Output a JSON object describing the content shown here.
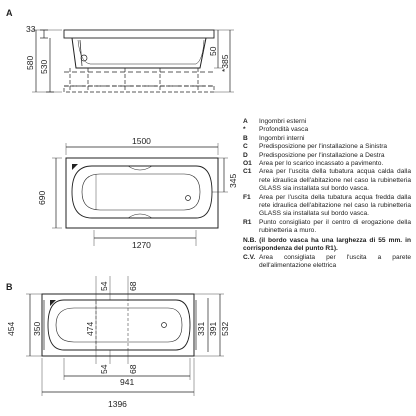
{
  "labels": {
    "a": "A",
    "b": "B"
  },
  "dims": {
    "front": {
      "d33": "33",
      "d580": "580",
      "d530": "530",
      "d50": "50",
      "d385": "*385"
    },
    "top_a": {
      "d1500": "1500",
      "d690": "690",
      "d345": "345",
      "d1270": "1270"
    },
    "top_b": {
      "d54_top": "54",
      "d68_top": "68",
      "d454": "454",
      "d350": "350",
      "d474": "474",
      "d331": "331",
      "d391": "391",
      "d532": "532",
      "d54_bot": "54",
      "d68_bot": "68",
      "d941": "941",
      "d1396": "1396"
    }
  },
  "legend": {
    "items": [
      {
        "key": "A",
        "text": "Ingombri esterni"
      },
      {
        "key": "*",
        "text": "Profondità vasca"
      },
      {
        "key": "B",
        "text": "Ingombri interni"
      },
      {
        "key": "C",
        "text": "Predisposizione per l'installazione a Sinistra"
      },
      {
        "key": "D",
        "text": "Predisposizione per l'installazione a Destra"
      },
      {
        "key": "O1",
        "text": "Area per lo scarico incassato a pavimento."
      },
      {
        "key": "C1",
        "text": "Area per l'uscita della tubatura acqua calda dalla rete idraulica dell'abitazione nel caso la rubinetteria GLASS sia installata sul bordo vasca."
      },
      {
        "key": "F1",
        "text": "Area per l'uscita della tubatura acqua fredda dalla rete idraulica dell'abitazione nel caso la rubinetteria GLASS sia installata sul bordo vasca."
      },
      {
        "key": "R1",
        "text": "Punto consigliato per il centro di erogazione della rubinetteria a muro."
      }
    ],
    "note": "N.B. (il bordo vasca ha una larghezza di 55 mm. in corrispondenza del punto R1).",
    "cv": {
      "key": "C.V.",
      "text": "Area consigliata per l'uscita a parete dell'alimentazione elettrica"
    }
  }
}
